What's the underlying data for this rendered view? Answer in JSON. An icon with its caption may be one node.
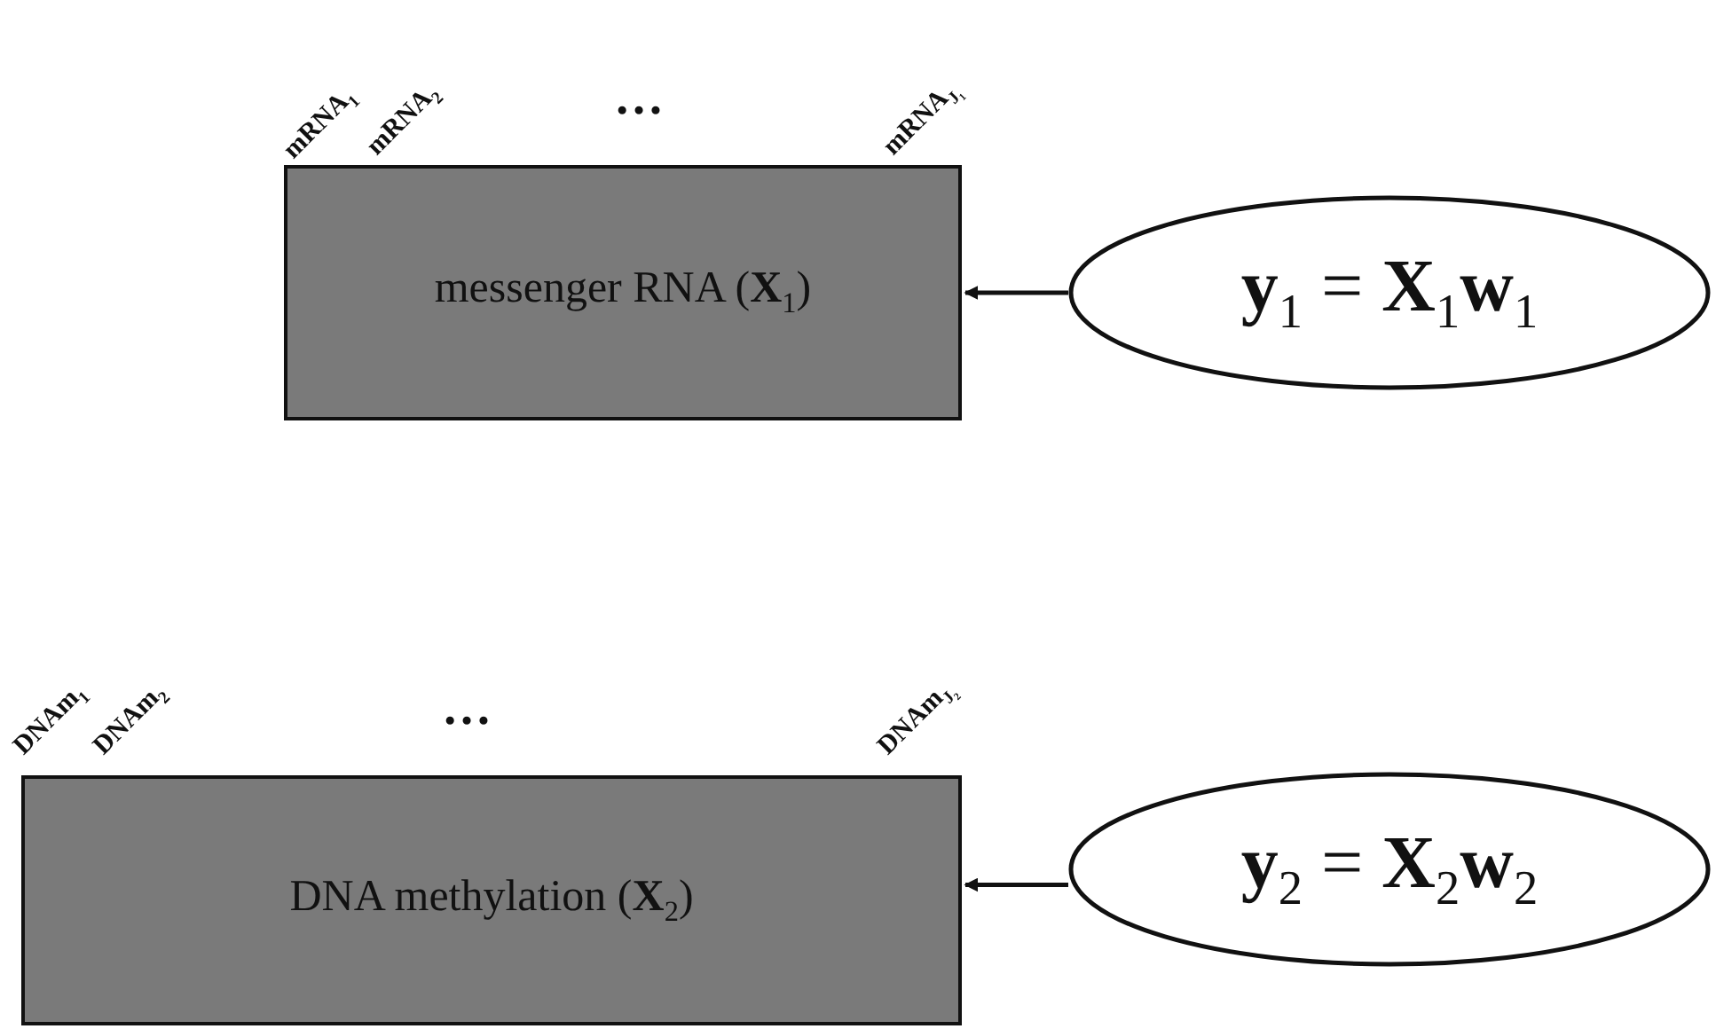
{
  "diagram": {
    "nodes": [
      {
        "text": [
          "messenger RNA (**X**$_{1}$)"
        ]
      },
      {
        "text": [
          "**y**$_{1}$ = **X**$_{1}$**w**$_{1}$"
        ]
      },
      {
        "text": [
          "DNA methylation (**X**$_{2}$)"
        ]
      },
      {
        "text": [
          "**y**$_{2}$ = **X**$_{2}$**w**$_{2}$"
        ]
      }
    ],
    "edges": [
      {
        "from": 1,
        "to": 0,
        "arrow": "to"
      },
      {
        "from": 3,
        "to": 2,
        "arrow": "to"
      }
    ],
    "labels": [
      "mRNA$_{1}$",
      "mRNA$_{2}$",
      "…",
      "mRNA$_{J₁}$",
      "DNAm$_{1}$",
      "DNAm$_{2}$",
      "…",
      "DNAm$_{J₂}$"
    ]
  }
}
